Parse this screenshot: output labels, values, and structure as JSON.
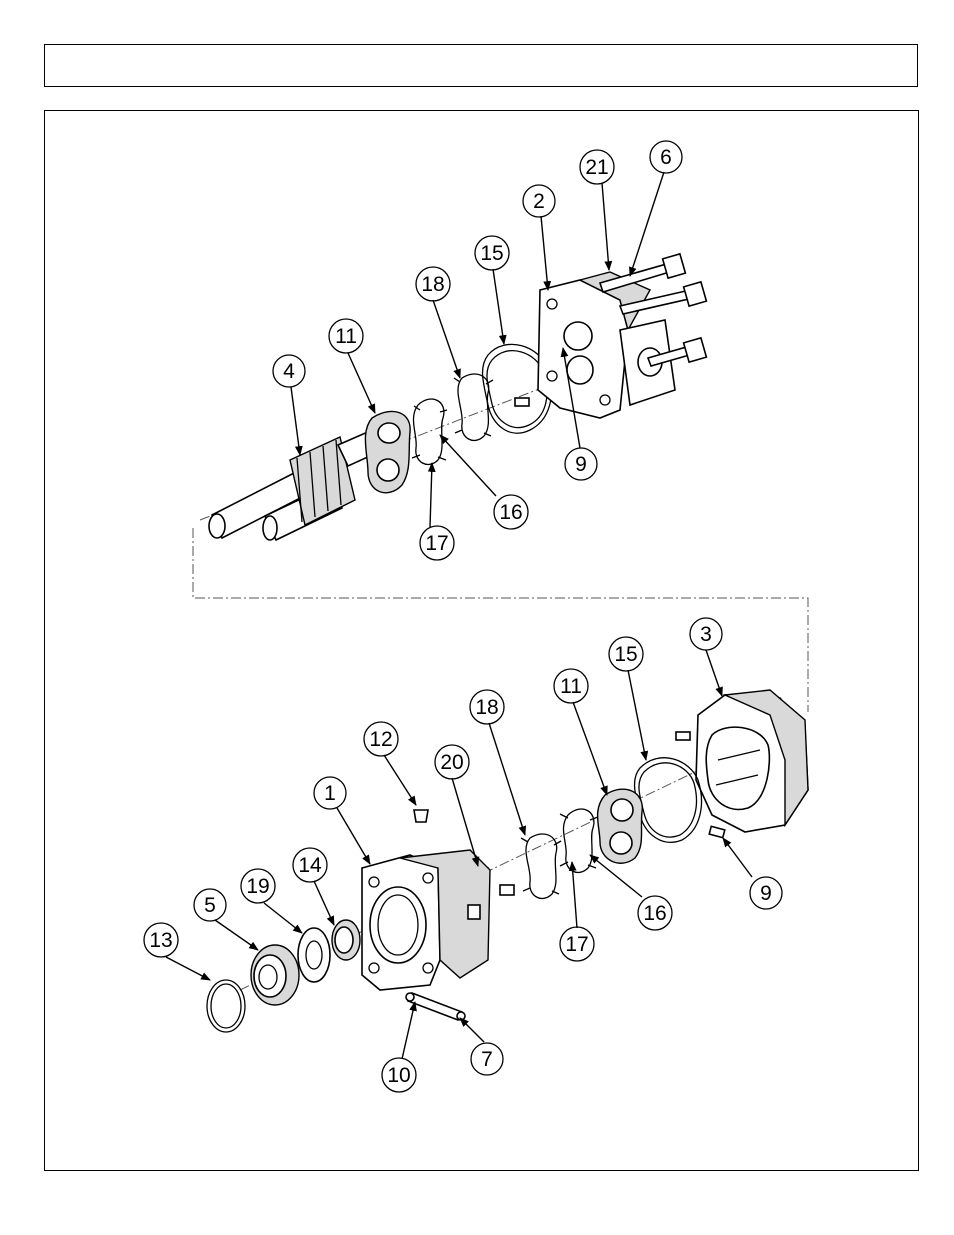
{
  "header": {
    "title": ""
  },
  "diagram": {
    "callouts": [
      "21",
      "6",
      "2",
      "15",
      "18",
      "11",
      "4",
      "9",
      "16",
      "17",
      "3",
      "15",
      "11",
      "18",
      "12",
      "20",
      "1",
      "19",
      "14",
      "5",
      "13",
      "9",
      "16",
      "17",
      "10",
      "7"
    ]
  }
}
